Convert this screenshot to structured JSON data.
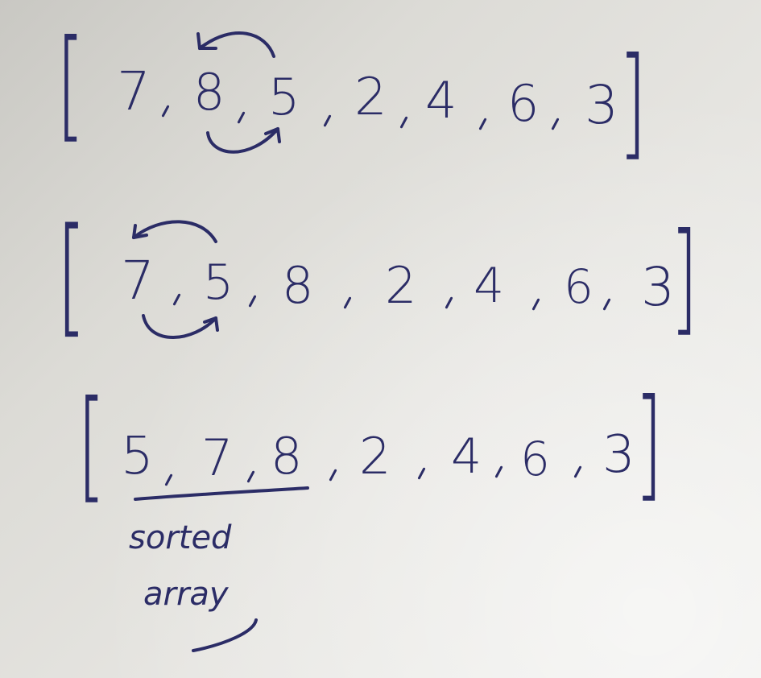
{
  "rows": [
    {
      "values": [
        "7",
        "8",
        "5",
        "2",
        "4",
        "6",
        "3"
      ]
    },
    {
      "values": [
        "7",
        "5",
        "8",
        "2",
        "4",
        "6",
        "3"
      ]
    },
    {
      "values": [
        "5",
        "7",
        "8",
        "2",
        "4",
        "6",
        "3"
      ]
    }
  ],
  "brackets": {
    "open": "[",
    "close": "]"
  },
  "annotation": {
    "line1": "sorted",
    "line2": "array"
  },
  "colors": {
    "ink": "#2b2c66",
    "paper": "#e3e2de"
  }
}
